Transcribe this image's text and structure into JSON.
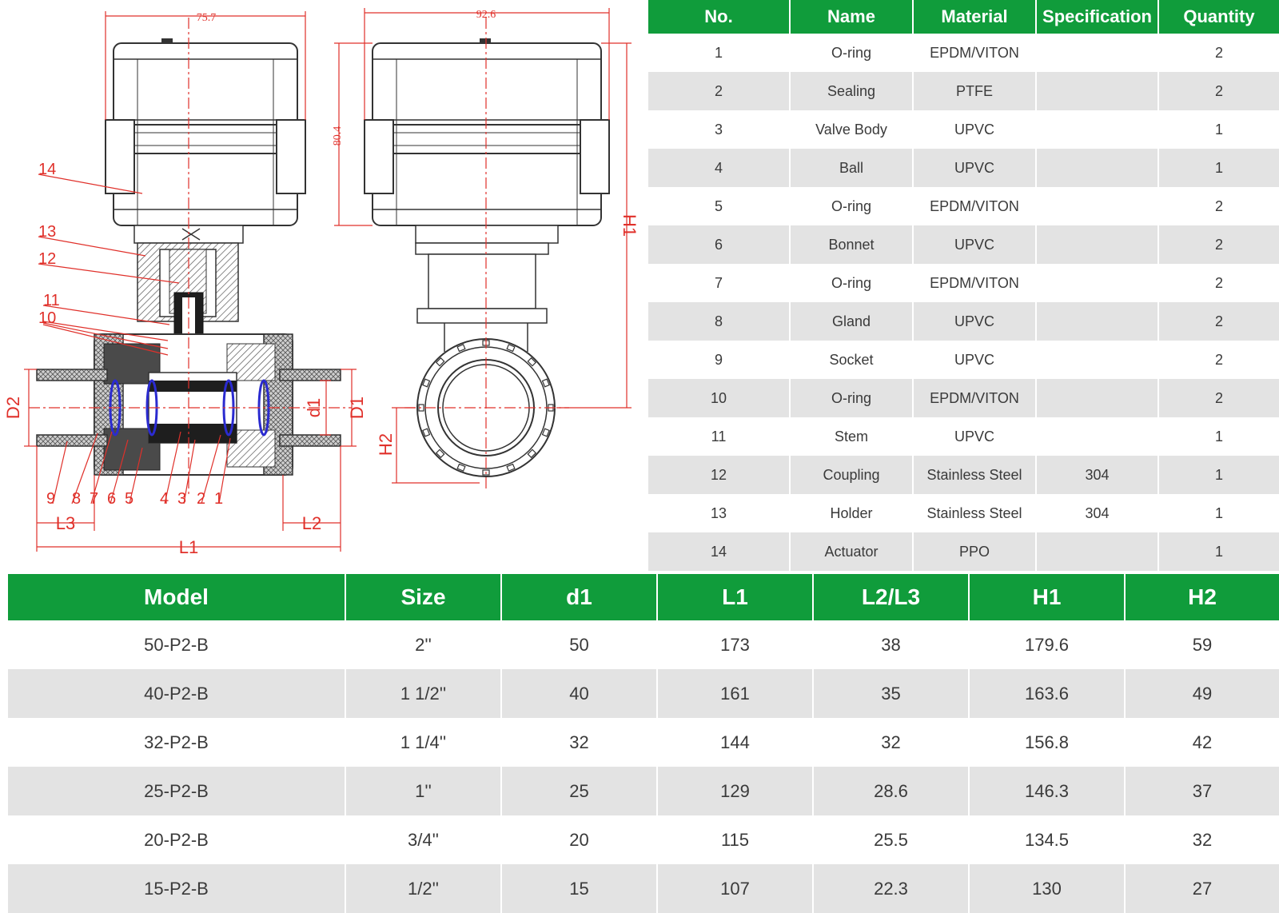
{
  "drawing": {
    "dim_top_left": "75.7",
    "dim_top_right": "92.6",
    "dim_left_height": "80.4",
    "callouts": [
      "14",
      "13",
      "12",
      "11",
      "10"
    ],
    "bottom_callouts": [
      "9",
      "8",
      "7",
      "6",
      "5",
      "4",
      "3",
      "2",
      "1"
    ],
    "labels": {
      "D2": "D2",
      "d1": "d1",
      "D1": "D1",
      "L1": "L1",
      "L2": "L2",
      "L3": "L3",
      "H1": "H1",
      "H2": "H2"
    },
    "colors": {
      "dimension": "#e0302a",
      "outline": "#333333",
      "body_fill": "#3c3c3c",
      "oring": "#2b2bd0"
    }
  },
  "parts_table": {
    "headers": [
      "No.",
      "Name",
      "Material",
      "Specification",
      "Quantity"
    ],
    "rows": [
      [
        "1",
        "O-ring",
        "EPDM/VITON",
        "",
        "2"
      ],
      [
        "2",
        "Sealing",
        "PTFE",
        "",
        "2"
      ],
      [
        "3",
        "Valve Body",
        "UPVC",
        "",
        "1"
      ],
      [
        "4",
        "Ball",
        "UPVC",
        "",
        "1"
      ],
      [
        "5",
        "O-ring",
        "EPDM/VITON",
        "",
        "2"
      ],
      [
        "6",
        "Bonnet",
        "UPVC",
        "",
        "2"
      ],
      [
        "7",
        "O-ring",
        "EPDM/VITON",
        "",
        "2"
      ],
      [
        "8",
        "Gland",
        "UPVC",
        "",
        "2"
      ],
      [
        "9",
        "Socket",
        "UPVC",
        "",
        "2"
      ],
      [
        "10",
        "O-ring",
        "EPDM/VITON",
        "",
        "2"
      ],
      [
        "11",
        "Stem",
        "UPVC",
        "",
        "1"
      ],
      [
        "12",
        "Coupling",
        "Stainless Steel",
        "304",
        "1"
      ],
      [
        "13",
        "Holder",
        "Stainless Steel",
        "304",
        "1"
      ],
      [
        "14",
        "Actuator",
        "PPO",
        "",
        "1"
      ]
    ]
  },
  "model_table": {
    "headers": [
      "Model",
      "Size",
      "d1",
      "L1",
      "L2/L3",
      "H1",
      "H2"
    ],
    "rows": [
      [
        "50-P2-B",
        "2''",
        "50",
        "173",
        "38",
        "179.6",
        "59"
      ],
      [
        "40-P2-B",
        "1 1/2''",
        "40",
        "161",
        "35",
        "163.6",
        "49"
      ],
      [
        "32-P2-B",
        "1 1/4''",
        "32",
        "144",
        "32",
        "156.8",
        "42"
      ],
      [
        "25-P2-B",
        "1''",
        "25",
        "129",
        "28.6",
        "146.3",
        "37"
      ],
      [
        "20-P2-B",
        "3/4''",
        "20",
        "115",
        "25.5",
        "134.5",
        "32"
      ],
      [
        "15-P2-B",
        "1/2''",
        "15",
        "107",
        "22.3",
        "130",
        "27"
      ]
    ]
  },
  "colors": {
    "header_green": "#109c3b",
    "row_alt": "#e3e3e3"
  }
}
